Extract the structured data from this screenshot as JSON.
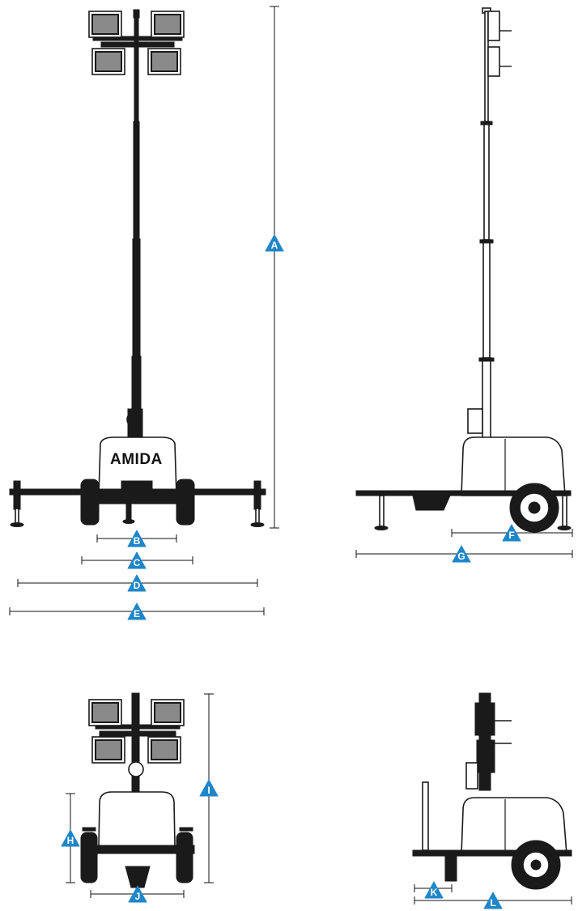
{
  "brand": "AMIDA",
  "colors": {
    "marker": "#1f86c8",
    "line": "#1a1a1a",
    "lamp": "#8a8a8a"
  },
  "views": [
    {
      "name": "front-raised"
    },
    {
      "name": "side-raised"
    },
    {
      "name": "front-stowed"
    },
    {
      "name": "side-stowed"
    }
  ],
  "dimension_labels": [
    "A",
    "B",
    "C",
    "D",
    "E",
    "F",
    "G",
    "H",
    "I",
    "J",
    "K",
    "L"
  ]
}
